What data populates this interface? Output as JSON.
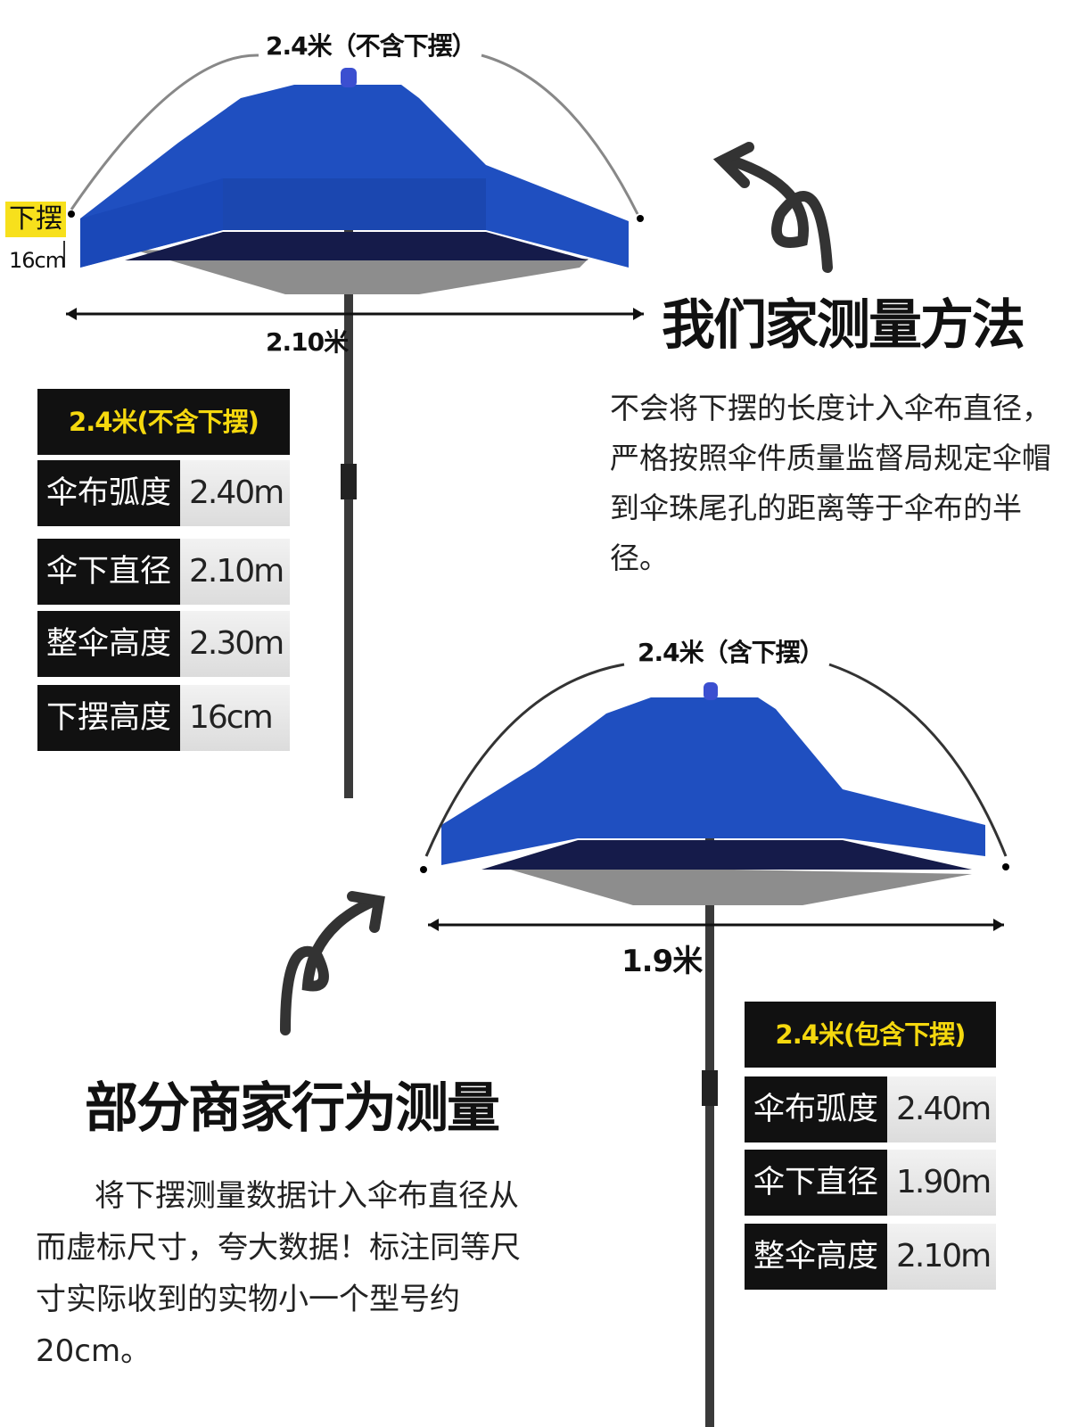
{
  "colors": {
    "canopy": "#1f4fc0",
    "underside": "#8a8a8a",
    "highlight": "#f5d80e"
  },
  "umbrella_top": {
    "arc_label": "2.4米（不含下摆）",
    "skirt_label": "下摆",
    "skirt_height": "16cm",
    "diameter_label": "2.10米"
  },
  "umbrella_bottom": {
    "arc_label": "2.4米（含下摆）",
    "diameter_label": "1.9米"
  },
  "our_method": {
    "title": "我们家测量方法",
    "text": "不会将下摆的长度计入伞布直径，严格按照伞件质量监督局规定伞帽到伞珠尾孔的距离等于伞布的半径。"
  },
  "others_method": {
    "title": "部分商家行为测量",
    "text": "将下摆测量数据计入伞布直径从而虚标尺寸，夸大数据！标注同等尺寸实际收到的实物小一个型号约20cm。"
  },
  "spec_ours": {
    "header": "2.4米(不含下摆)",
    "rows": [
      {
        "k": "伞布弧度",
        "v": "2.40m"
      },
      {
        "k": "伞下直径",
        "v": "2.10m"
      },
      {
        "k": "整伞高度",
        "v": "2.30m"
      },
      {
        "k": "下摆高度",
        "v": "16cm"
      }
    ]
  },
  "spec_others": {
    "header": "2.4米(包含下摆)",
    "rows": [
      {
        "k": "伞布弧度",
        "v": "2.40m"
      },
      {
        "k": "伞下直径",
        "v": "1.90m"
      },
      {
        "k": "整伞高度",
        "v": "2.10m"
      }
    ]
  }
}
